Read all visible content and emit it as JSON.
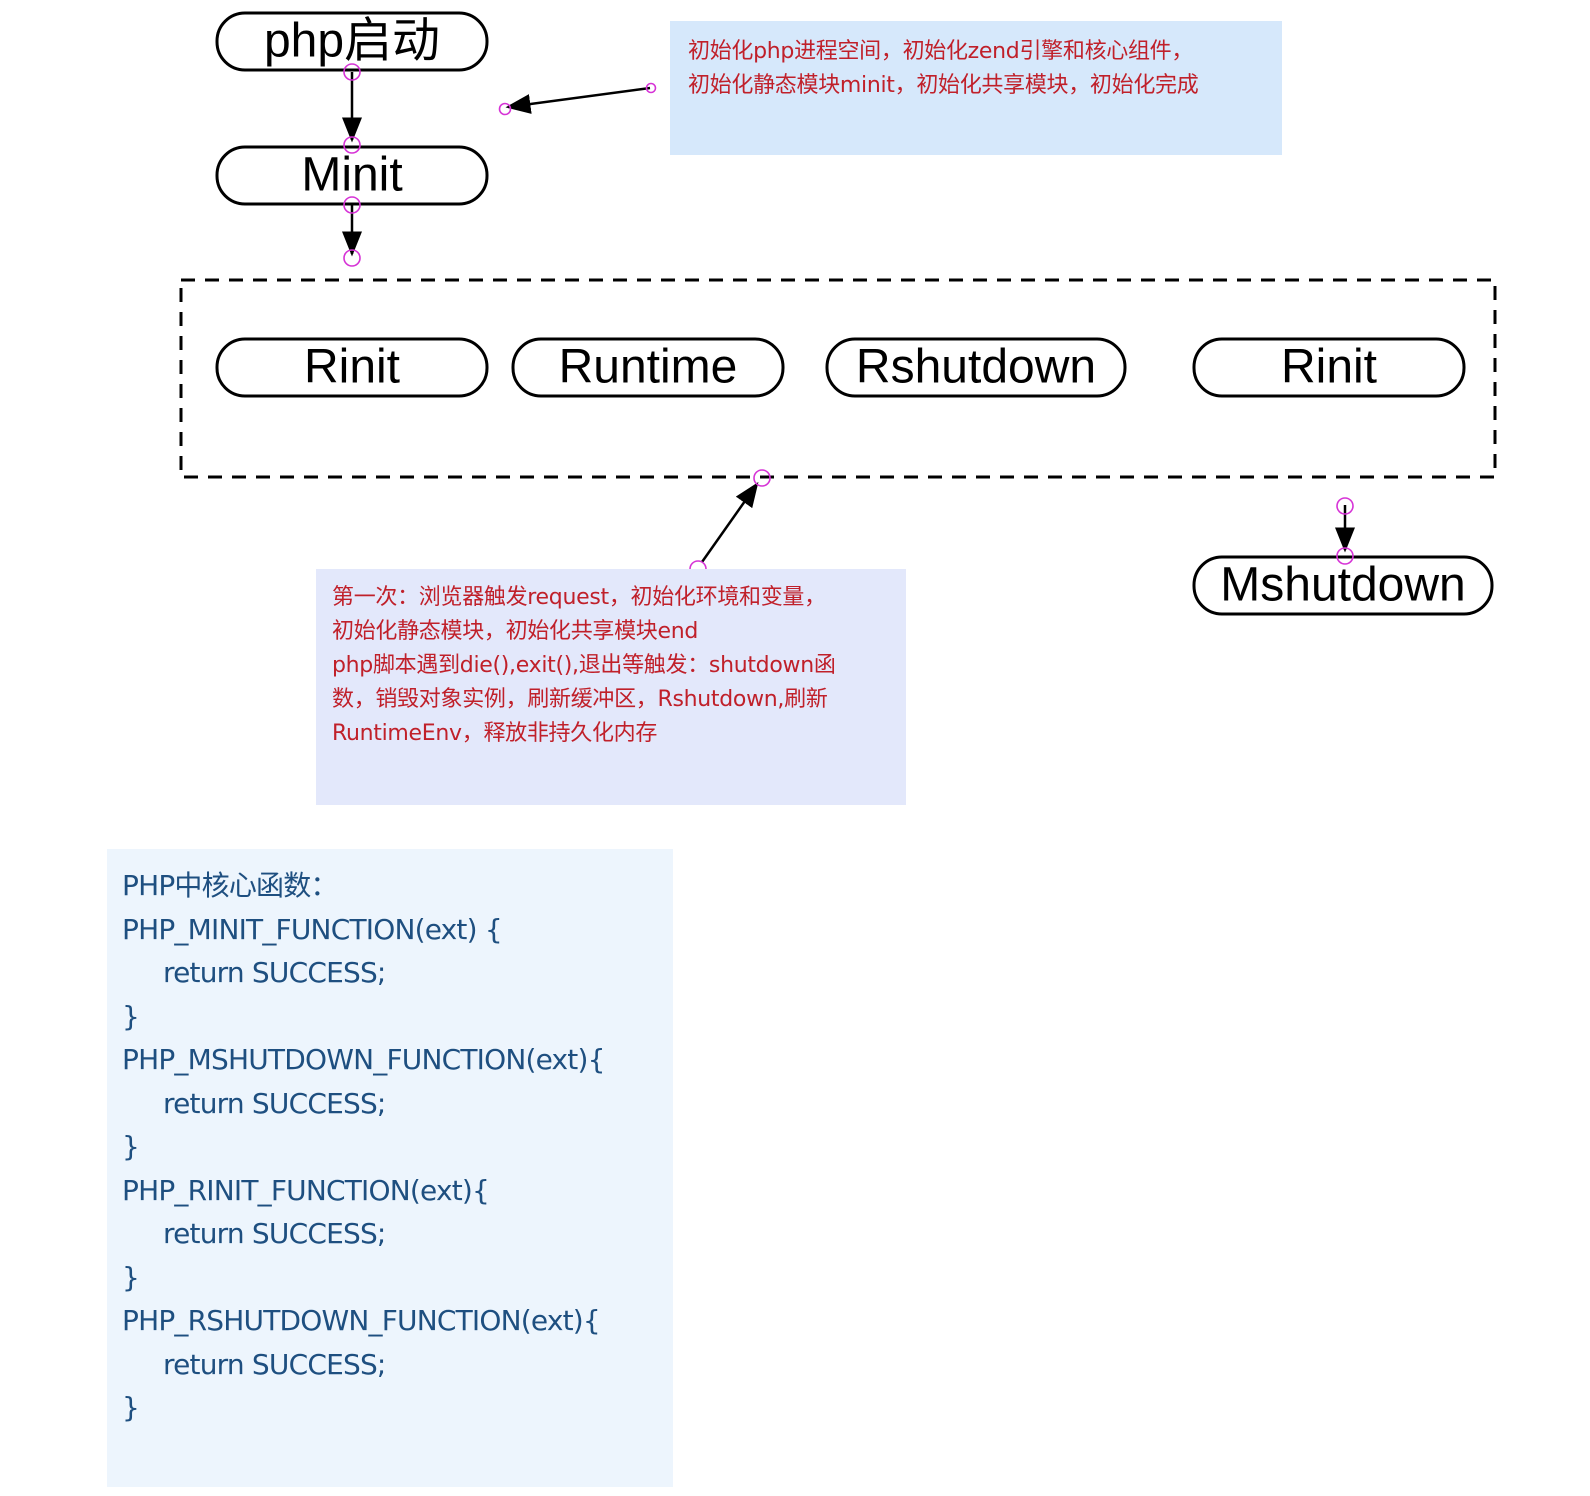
{
  "nodes": {
    "php_start": "php启动",
    "minit": "Minit",
    "rinit_1": "Rinit",
    "runtime": "Runtime",
    "rshutdown": "Rshutdown",
    "rinit_2": "Rinit",
    "mshutdown": "Mshutdown"
  },
  "notes": {
    "init": [
      "初始化php进程空间，初始化zend引擎和核心组件，",
      "初始化静态模块minit，初始化共享模块，初始化完成"
    ],
    "request": [
      "第一次：浏览器触发request，初始化环境和变量，",
      "初始化静态模块，初始化共享模块end",
      "php脚本遇到die(),exit(),退出等触发：shutdown函",
      "数，销毁对象实例，刷新缓冲区，Rshutdown,刷新",
      "RuntimeEnv，释放非持久化内存"
    ]
  },
  "code": {
    "title": "PHP中核心函数：",
    "lines": [
      "PHP_MINIT_FUNCTION(ext) {",
      "return SUCCESS;",
      "}",
      "PHP_MSHUTDOWN_FUNCTION(ext){",
      "return SUCCESS;",
      "}",
      "PHP_RINIT_FUNCTION(ext){",
      "return SUCCESS;",
      "}",
      "PHP_RSHUTDOWN_FUNCTION(ext){",
      "return SUCCESS;",
      "}"
    ]
  },
  "colors": {
    "note_text": "#c0202a",
    "note_init_bg": "#d6e8fb",
    "note_request_bg": "#e3e8fb",
    "code_bg": "#edf5fd",
    "code_text": "#1e4f80",
    "port": "#d633d6"
  }
}
